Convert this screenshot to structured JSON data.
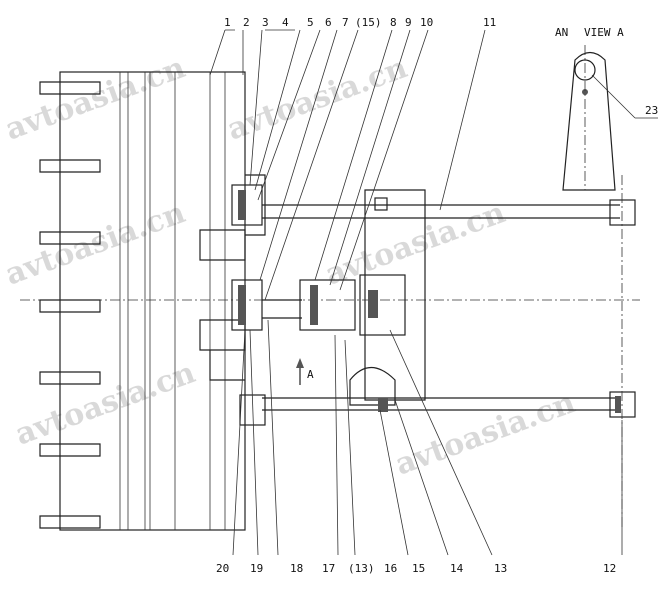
{
  "drawing": {
    "top_labels": [
      "1",
      "2",
      "3",
      "4",
      "5",
      "6",
      "7",
      "(15)",
      "8",
      "9",
      "10",
      "11"
    ],
    "bottom_labels": [
      "20",
      "19",
      "18",
      "17",
      "(13)",
      "16",
      "15",
      "14",
      "13",
      "12"
    ],
    "view_labels": {
      "left": "AN",
      "right": "VIEW A"
    },
    "detail_label": "23",
    "section_marker": "A",
    "watermark": "avtoasia.cn"
  }
}
